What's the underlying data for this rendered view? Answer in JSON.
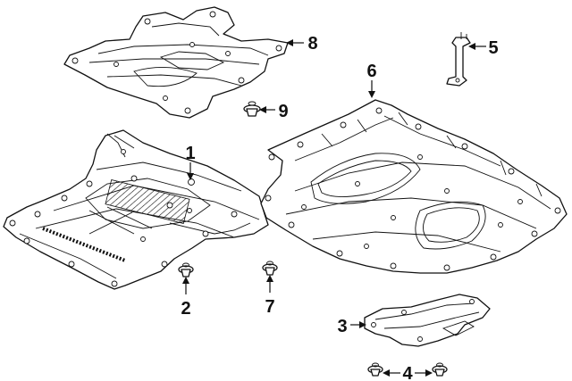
{
  "callouts": [
    {
      "id": "1",
      "text": "1",
      "part": "front underbody shield"
    },
    {
      "id": "2",
      "text": "2",
      "part": "push pin"
    },
    {
      "id": "3",
      "text": "3",
      "part": "side splash shield"
    },
    {
      "id": "4a",
      "text": "4",
      "part": "push pin"
    },
    {
      "id": "5",
      "text": "5",
      "part": "bracket"
    },
    {
      "id": "6",
      "text": "6",
      "part": "rear underbody shield"
    },
    {
      "id": "7",
      "text": "7",
      "part": "push pin"
    },
    {
      "id": "8",
      "text": "8",
      "part": "upper shield panel"
    },
    {
      "id": "9",
      "text": "9",
      "part": "push pin"
    }
  ],
  "colors": {
    "ink": "#111111",
    "background": "#ffffff"
  }
}
